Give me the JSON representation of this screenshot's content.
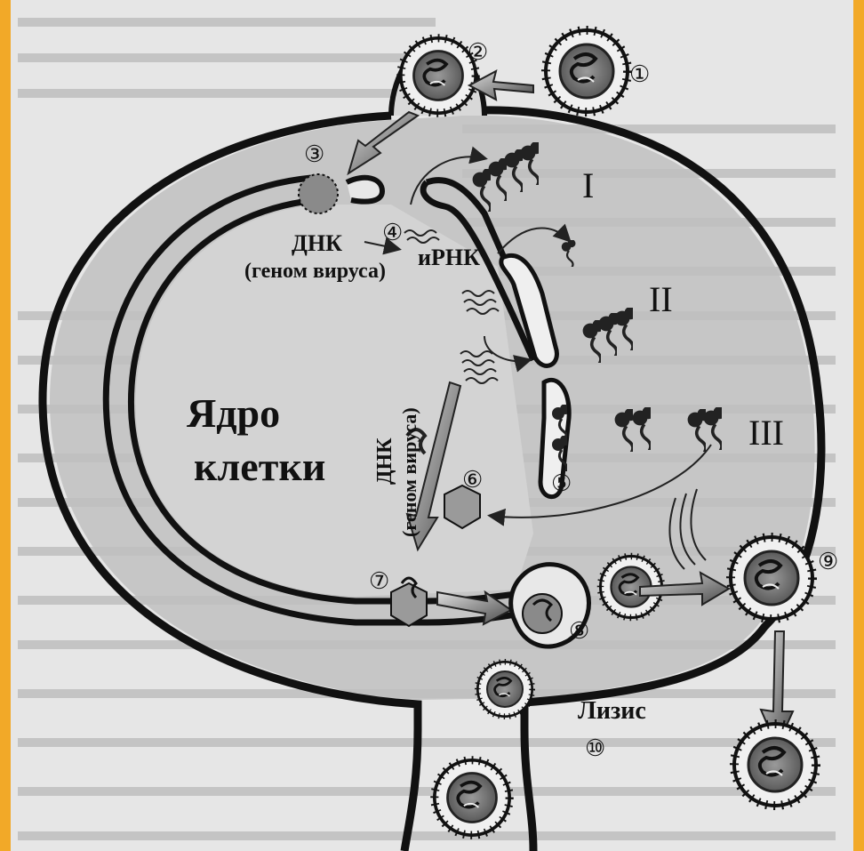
{
  "labels": {
    "dna": "ДНК",
    "viral_genome": "(геном вируса)",
    "mrna": "иРНК",
    "nucleus_line1": "Ядро",
    "nucleus_line2": "клетки",
    "vertical_dna": "ДНК",
    "vertical_genome": "(геном вируса)",
    "lysis": "Лизис"
  },
  "steps": [
    "①",
    "②",
    "③",
    "④",
    "⑤",
    "⑥",
    "⑦",
    "⑧",
    "⑨",
    "⑩"
  ],
  "phases": [
    "I",
    "II",
    "III"
  ],
  "colors": {
    "border": "#f2a928",
    "paper": "#e4e4e4",
    "cytoplasm": "#bdbdbd",
    "nucleus": "#cfcfcf",
    "membrane": "#1a1a1a"
  }
}
